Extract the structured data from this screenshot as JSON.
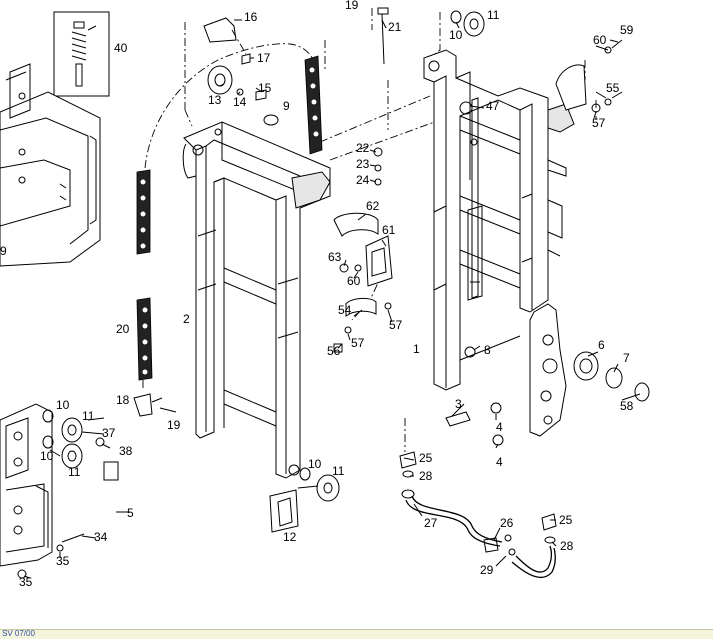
{
  "diagram": {
    "callouts": [
      {
        "id": "c40",
        "text": "40"
      },
      {
        "id": "c16",
        "text": "16"
      },
      {
        "id": "c17",
        "text": "17"
      },
      {
        "id": "c13",
        "text": "13"
      },
      {
        "id": "c14",
        "text": "14"
      },
      {
        "id": "c15",
        "text": "15"
      },
      {
        "id": "c9a",
        "text": "9"
      },
      {
        "id": "c19a",
        "text": "19"
      },
      {
        "id": "c21",
        "text": "21"
      },
      {
        "id": "c10a",
        "text": "10"
      },
      {
        "id": "c11a",
        "text": "11"
      },
      {
        "id": "c60a",
        "text": "60"
      },
      {
        "id": "c59",
        "text": "59"
      },
      {
        "id": "c55",
        "text": "55"
      },
      {
        "id": "c57a",
        "text": "57"
      },
      {
        "id": "c47",
        "text": "47"
      },
      {
        "id": "c22",
        "text": "22"
      },
      {
        "id": "c23",
        "text": "23"
      },
      {
        "id": "c24",
        "text": "24"
      },
      {
        "id": "c62",
        "text": "62"
      },
      {
        "id": "c61",
        "text": "61"
      },
      {
        "id": "c63",
        "text": "63"
      },
      {
        "id": "c60b",
        "text": "60"
      },
      {
        "id": "c54",
        "text": "54"
      },
      {
        "id": "c57b",
        "text": "57"
      },
      {
        "id": "c56",
        "text": "56"
      },
      {
        "id": "c57c",
        "text": "57"
      },
      {
        "id": "c9b",
        "text": "9"
      },
      {
        "id": "c20",
        "text": "20"
      },
      {
        "id": "c2",
        "text": "2"
      },
      {
        "id": "c1",
        "text": "1"
      },
      {
        "id": "c8",
        "text": "8"
      },
      {
        "id": "c6",
        "text": "6"
      },
      {
        "id": "c7",
        "text": "7"
      },
      {
        "id": "c58",
        "text": "58"
      },
      {
        "id": "c18",
        "text": "18"
      },
      {
        "id": "c19b",
        "text": "19"
      },
      {
        "id": "c10b",
        "text": "10"
      },
      {
        "id": "c11b",
        "text": "11"
      },
      {
        "id": "c37",
        "text": "37"
      },
      {
        "id": "c10c",
        "text": "10"
      },
      {
        "id": "c11c",
        "text": "11"
      },
      {
        "id": "c38",
        "text": "38"
      },
      {
        "id": "c3",
        "text": "3"
      },
      {
        "id": "c4a",
        "text": "4"
      },
      {
        "id": "c4b",
        "text": "4"
      },
      {
        "id": "c25a",
        "text": "25"
      },
      {
        "id": "c28a",
        "text": "28"
      },
      {
        "id": "c10d",
        "text": "10"
      },
      {
        "id": "c11d",
        "text": "11"
      },
      {
        "id": "c27",
        "text": "27"
      },
      {
        "id": "c26",
        "text": "26"
      },
      {
        "id": "c25b",
        "text": "25"
      },
      {
        "id": "c28b",
        "text": "28"
      },
      {
        "id": "c29",
        "text": "29"
      },
      {
        "id": "c12",
        "text": "12"
      },
      {
        "id": "c5",
        "text": "5"
      },
      {
        "id": "c34",
        "text": "34"
      },
      {
        "id": "c35a",
        "text": "35"
      },
      {
        "id": "c35b",
        "text": "35"
      }
    ],
    "footer_code": "SV 07/00"
  }
}
